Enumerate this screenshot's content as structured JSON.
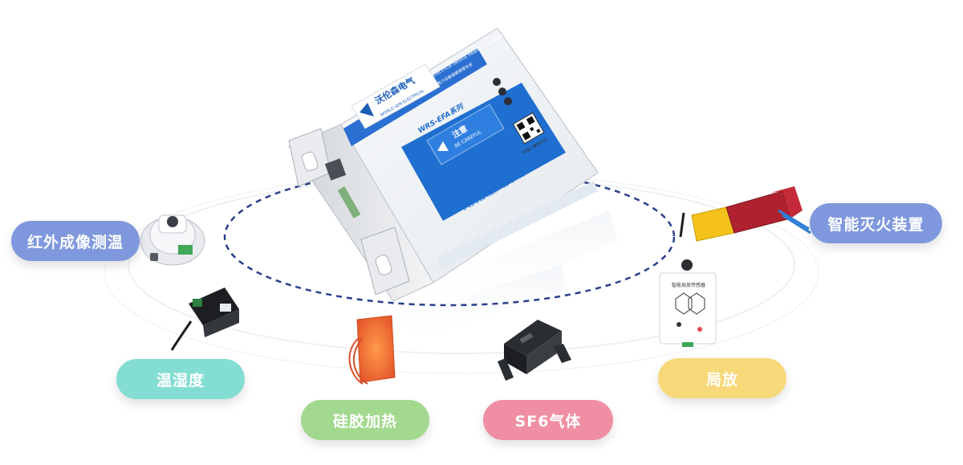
{
  "device": {
    "brand": "沃伦森电气",
    "brand_en": "WORLD SEN ELECTRICAL",
    "header_en": "Electrical device health management",
    "header_cn": "电力设备健康管理专家",
    "series": "WRS-EFA系列",
    "warning_title": "注意",
    "warning_en": "BE CAREFUL",
    "system_name": "火灾智能预警系统",
    "qr_caption": "扫描二维码关注"
  },
  "pills": {
    "thermal": "红外成像测温",
    "humid": "温湿度",
    "heat": "硅胶加热",
    "sf6": "SF6气体",
    "pd": "局放",
    "fire": "智能灭火装置"
  },
  "sensor_pd": {
    "title": "智能局放传感器"
  },
  "colors": {
    "pill_blue": "#7f98dd",
    "pill_teal": "#84ddd3",
    "pill_green": "#a2d98f",
    "pill_pink": "#f08fa3",
    "pill_yellow": "#f7d97a",
    "device_blue": "#1f6fd0",
    "dashed_ring": "#2b3f8a"
  }
}
